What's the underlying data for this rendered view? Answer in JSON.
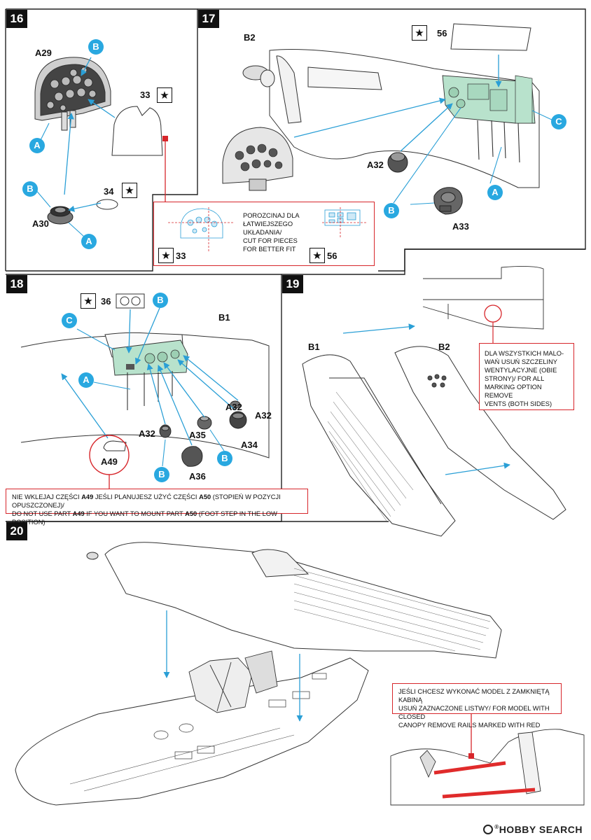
{
  "steps": {
    "s16": "16",
    "s17": "17",
    "s18": "18",
    "s19": "19",
    "s20": "20"
  },
  "parts": {
    "a29": "A29",
    "a30": "A30",
    "b2": "B2",
    "a32": "A32",
    "a33": "A33",
    "b1": "B1",
    "a49": "A49",
    "a35": "A35",
    "a34": "A34",
    "a36": "A36"
  },
  "callouts": {
    "a": "A",
    "b": "B",
    "c": "C"
  },
  "decals": {
    "d33": "33",
    "d34": "34",
    "d56": "56",
    "d36": "36"
  },
  "star_glyph": "★",
  "notes": {
    "cut": [
      "POROZCINAJ DLA",
      "ŁATWIEJSZEGO",
      "UKŁADANIA/",
      "CUT FOR PIECES",
      "FOR BETTER FIT"
    ],
    "vents": [
      "DLA WSZYSTKICH MALO-",
      "WAŃ USUŃ SZCZELINY",
      "WENTYLACYJNE (OBIE",
      "STRONY)/ FOR ALL",
      "MARKING OPTION REMOVE",
      "VENTS (BOTH SIDES)"
    ],
    "foot_step": {
      "l1a": "NIE WKLEJAJ CZĘŚCI ",
      "l1b": "A49",
      "l1c": " JEŚLI PLANUJESZ UŻYĆ CZĘŚCI ",
      "l1d": "A50",
      "l1e": " (STOPIEŃ W POZYCJI OPUSZCZONEJ)/",
      "l2a": "DO NOT USE PART ",
      "l2b": "A49",
      "l2c": " IF YOU WANT TO MOUNT PART  ",
      "l2d": "A50",
      "l2e": " (FOOT STEP IN THE LOW POSITION)"
    },
    "canopy": [
      "JEŚLI CHCESZ WYKONAĆ MODEL Z ZAMKNIĘTĄ KABINĄ",
      "USUŃ ZAZNACZONE LISTWY/ FOR MODEL WITH CLOSED",
      "CANOPY REMOVE RAILS MARKED WITH RED"
    ]
  },
  "watermark": {
    "brand": "HOBBY SEARCH",
    "reg": "®"
  },
  "colors": {
    "callout_blue": "#29a8e0",
    "arrow_blue": "#2a9fd6",
    "note_red": "#d7262b",
    "highlight_green": "#b8e2cc",
    "rail_red": "#e02b2b"
  }
}
